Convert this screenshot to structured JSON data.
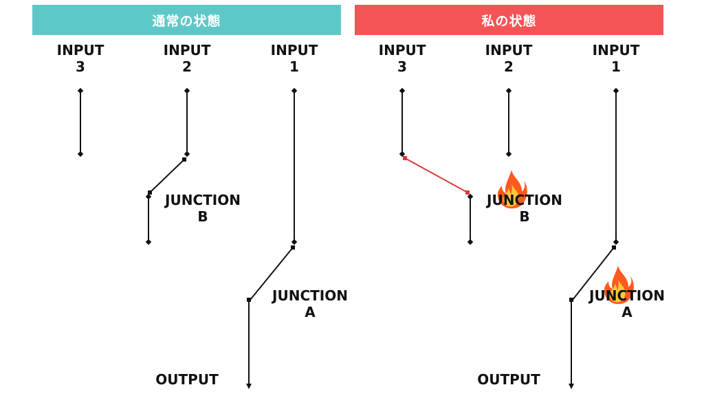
{
  "theme": {
    "left_color": "#5ec8c8",
    "right_color": "#f55456",
    "line_color": "#111111",
    "broken_link_color": "#d93a3a"
  },
  "panels": {
    "left": {
      "title": "通常の状態",
      "inputs": [
        {
          "line1": "INPUT",
          "line2": "3"
        },
        {
          "line1": "INPUT",
          "line2": "2"
        },
        {
          "line1": "INPUT",
          "line2": "1"
        }
      ],
      "junction_b": {
        "line1": "JUNCTION",
        "line2": "B"
      },
      "junction_a": {
        "line1": "JUNCTION",
        "line2": "A"
      },
      "output": "OUTPUT"
    },
    "right": {
      "title": "私の状態",
      "inputs": [
        {
          "line1": "INPUT",
          "line2": "3"
        },
        {
          "line1": "INPUT",
          "line2": "2"
        },
        {
          "line1": "INPUT",
          "line2": "1"
        }
      ],
      "junction_b": {
        "line1": "JUNCTION",
        "line2": "B"
      },
      "junction_a": {
        "line1": "JUNCTION",
        "line2": "A"
      },
      "output": "OUTPUT"
    }
  },
  "icons": {
    "junction_status": "fire-icon"
  }
}
